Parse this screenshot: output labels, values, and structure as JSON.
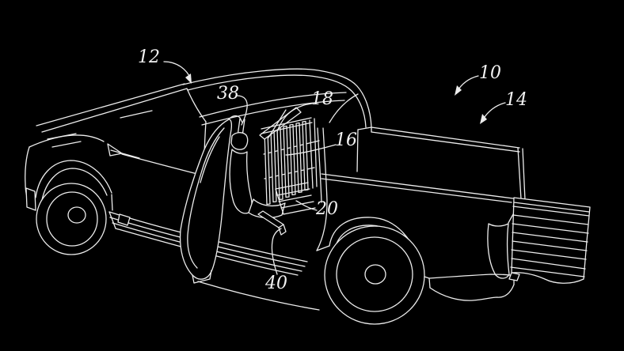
{
  "figure": {
    "background_color": "#000000",
    "line_color": "#ededed",
    "drawing_subject": "pickup truck line drawing with open cab door, slatted cab partition and open ribbed tailgate",
    "reference_labels": [
      {
        "id": "12",
        "text": "12",
        "points_to": "cab-roof",
        "has_arrowhead": true
      },
      {
        "id": "38",
        "text": "38",
        "points_to": "door-opening-pillar",
        "has_arrowhead": false
      },
      {
        "id": "18",
        "text": "18",
        "points_to": "cab-rear-brace",
        "has_arrowhead": false
      },
      {
        "id": "10",
        "text": "10",
        "points_to": "vehicle-overall",
        "has_arrowhead": true
      },
      {
        "id": "14",
        "text": "14",
        "points_to": "cargo-bed",
        "has_arrowhead": true
      },
      {
        "id": "16",
        "text": "16",
        "points_to": "partition-slats",
        "has_arrowhead": false
      },
      {
        "id": "20",
        "text": "20",
        "points_to": "seat-floor-area",
        "has_arrowhead": false
      },
      {
        "id": "40",
        "text": "40",
        "points_to": "lower-bracket",
        "has_arrowhead": false
      }
    ]
  }
}
